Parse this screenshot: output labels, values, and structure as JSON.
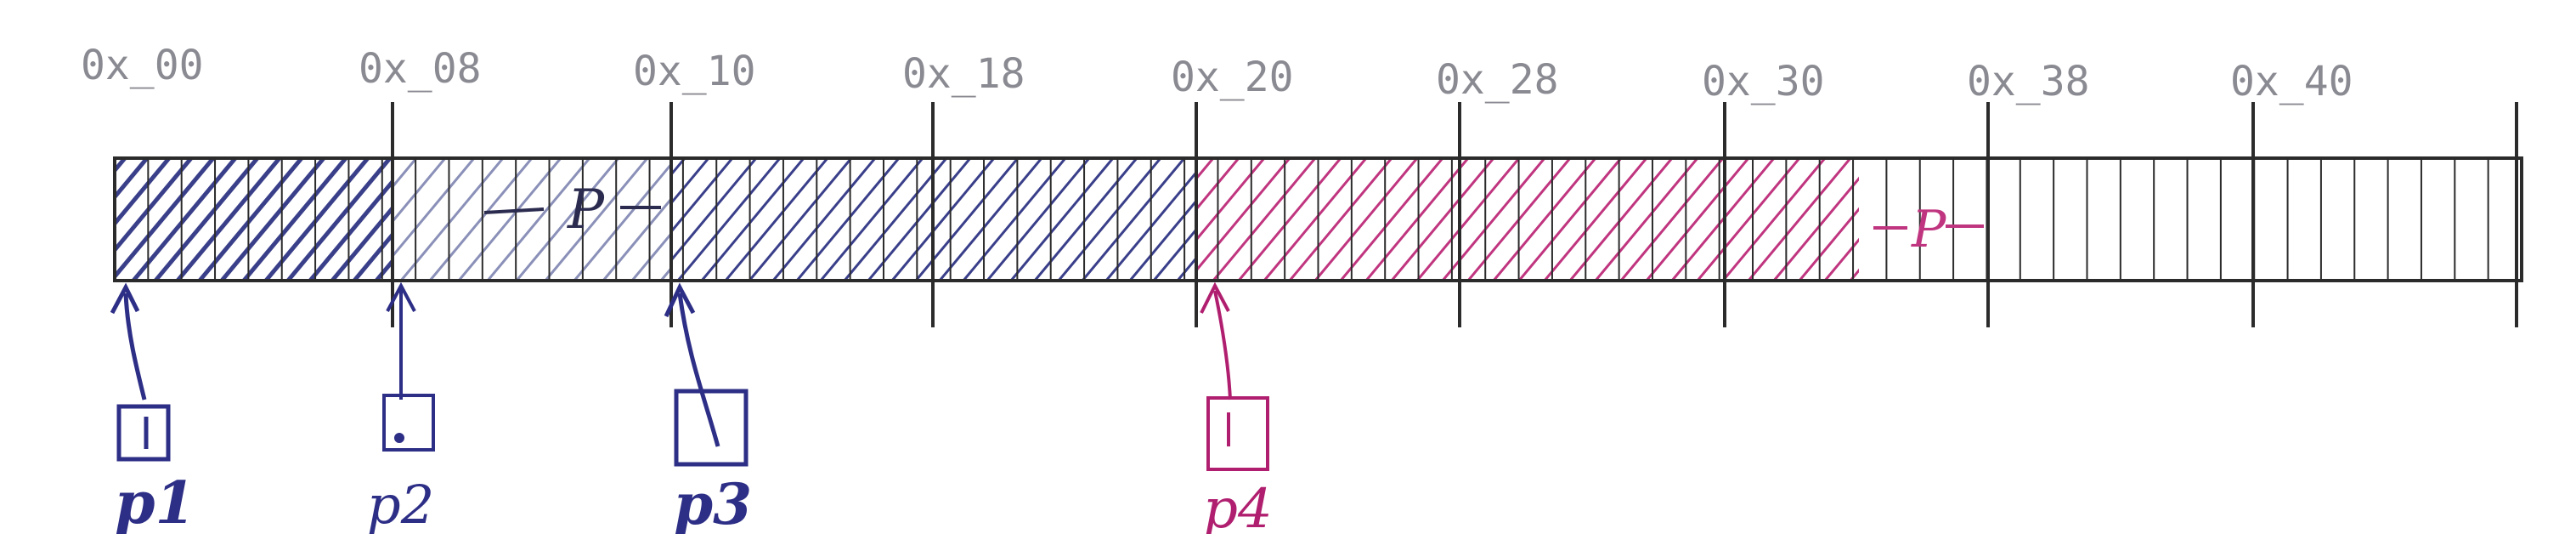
{
  "addresses": [
    "0x_00",
    "0x_08",
    "0x_10",
    "0x_18",
    "0x_20",
    "0x_28",
    "0x_30",
    "0x_38",
    "0x_40"
  ],
  "padding_marks": [
    {
      "label": "P",
      "color": "#2b2b4f"
    },
    {
      "label": "P",
      "color": "#c0357f"
    }
  ],
  "pointers": [
    {
      "label": "p1",
      "color": "#2d2e86"
    },
    {
      "label": "p2",
      "color": "#2d2e86"
    },
    {
      "label": "p3",
      "color": "#2d2e86"
    },
    {
      "label": "p4",
      "color": "#b01f6f"
    }
  ],
  "colors": {
    "grid": "#2b2b2b",
    "hatch_dark": "#3a3f8a",
    "hatch_light": "#8a90b8",
    "hatch_magenta": "#c0357f",
    "address_text": "#8a8a92"
  }
}
